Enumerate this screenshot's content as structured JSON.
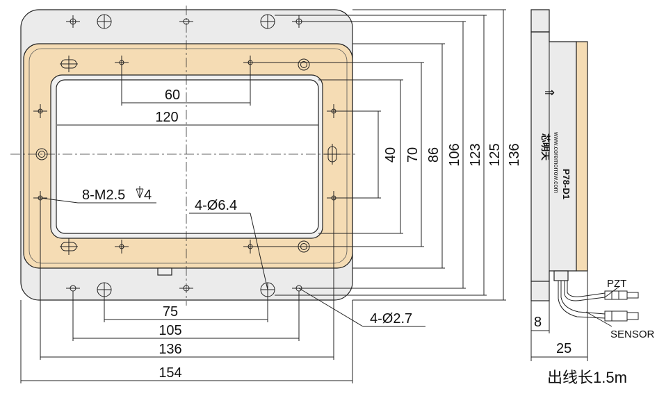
{
  "front_view": {
    "horizontal_dims": [
      "60",
      "120",
      "75",
      "105",
      "136",
      "154"
    ],
    "vertical_dims": [
      "40",
      "70",
      "86",
      "106",
      "123",
      "125",
      "136"
    ],
    "callouts": {
      "thread": "8-M2.5",
      "thread_depth": "4",
      "large_holes": "4-Ø6.4",
      "small_holes": "4-Ø2.7"
    }
  },
  "side_view": {
    "arrow_glyph": "⇒",
    "brand_text": "芯明天",
    "model_text": "P78-D1",
    "website_text": "www.coremorrow.com",
    "cable_labels": [
      "PZT",
      "SENSOR"
    ],
    "thickness_dims": [
      "8",
      "25"
    ],
    "cable_length_note": "出线长1.5m"
  },
  "colors": {
    "base_plate": "#ebebeb",
    "stage_frame": "#f5dcb4",
    "lines": "#222222"
  }
}
